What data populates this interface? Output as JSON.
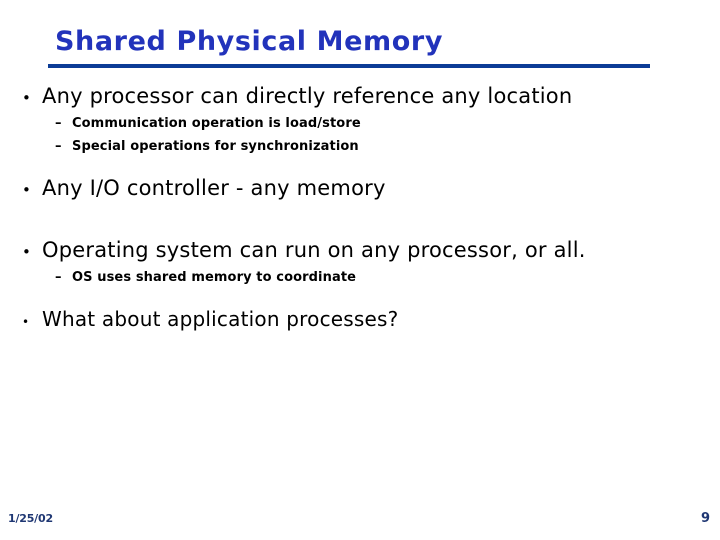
{
  "slide": {
    "title": "Shared Physical Memory",
    "title_color": "#2233BB",
    "rule_color": "#0C3C96",
    "background_color": "#FFFFFF",
    "body_text_color": "#000000"
  },
  "bullets": [
    {
      "marker": "•",
      "text": "Any processor can directly reference any location",
      "level": 1
    },
    {
      "marker": "–",
      "text": "Communication operation is load/store",
      "level": 2
    },
    {
      "marker": "–",
      "text": "Special operations for synchronization",
      "level": 2
    },
    {
      "marker": "•",
      "text": "Any I/O controller - any memory",
      "level": 1
    },
    {
      "marker": "•",
      "text": "Operating system can run on any processor, or all.",
      "level": 1
    },
    {
      "marker": "–",
      "text": "OS uses shared memory to coordinate",
      "level": 2
    },
    {
      "marker": "•",
      "text": "What about application processes?",
      "level": 1
    }
  ],
  "footer": {
    "date": "1/25/02",
    "slide_number": "9",
    "color": "#1F3773"
  }
}
